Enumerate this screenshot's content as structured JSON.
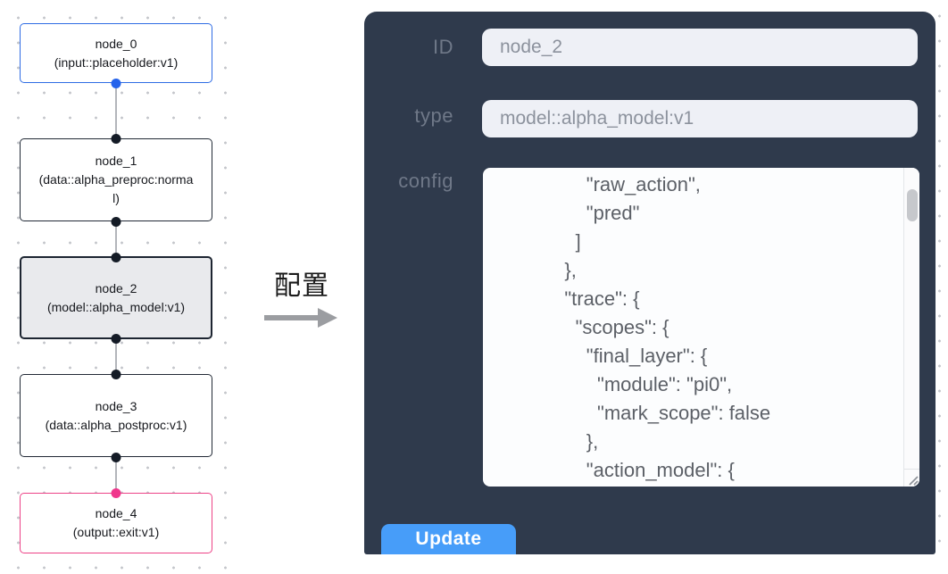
{
  "flowchart": {
    "edge_color": "#b3b5ba",
    "nodes": [
      {
        "name": "node_0",
        "subtitle": "(input::placeholder:v1)",
        "border_color": "#2e6ce4",
        "border_width": "1.5px",
        "bg": "#ffffff",
        "ports": {
          "top": null,
          "bottom": "#2563eb"
        }
      },
      {
        "name": "node_1",
        "subtitle": "(data::alpha_preproc:normal)",
        "border_color": "#222a36",
        "border_width": "1.5px",
        "bg": "#ffffff",
        "ports": {
          "top": "#141b26",
          "bottom": "#141b26"
        }
      },
      {
        "name": "node_2",
        "subtitle": "(model::alpha_model:v1)",
        "border_color": "#1d2531",
        "border_width": "2px",
        "bg": "#e9eaed",
        "ports": {
          "top": "#141b26",
          "bottom": "#141b26"
        }
      },
      {
        "name": "node_3",
        "subtitle": "(data::alpha_postproc:v1)",
        "border_color": "#222a36",
        "border_width": "1.5px",
        "bg": "#ffffff",
        "ports": {
          "top": "#141b26",
          "bottom": "#141b26"
        }
      },
      {
        "name": "node_4",
        "subtitle": "(output::exit:v1)",
        "border_color": "#ed4287",
        "border_width": "1.5px",
        "bg": "#ffffff",
        "ports": {
          "top": "#f0368c",
          "bottom": null
        }
      }
    ]
  },
  "transition": {
    "label": "配置",
    "arrow_color": "#9b9da1"
  },
  "panel": {
    "bg": "#2f3a4c",
    "fields": [
      {
        "label": "ID",
        "value": "node_2"
      },
      {
        "label": "type",
        "value": "model::alpha_model:v1"
      }
    ],
    "config_label": "config",
    "config_lines": [
      "                \"raw_action\",",
      "                \"pred\"",
      "              ]",
      "            },",
      "            \"trace\": {",
      "              \"scopes\": {",
      "                \"final_layer\": {",
      "                  \"module\": \"pi0\",",
      "                  \"mark_scope\": false",
      "                },",
      "                \"action_model\": {"
    ],
    "update_button": {
      "label": "Update",
      "color": "#479df9"
    }
  }
}
